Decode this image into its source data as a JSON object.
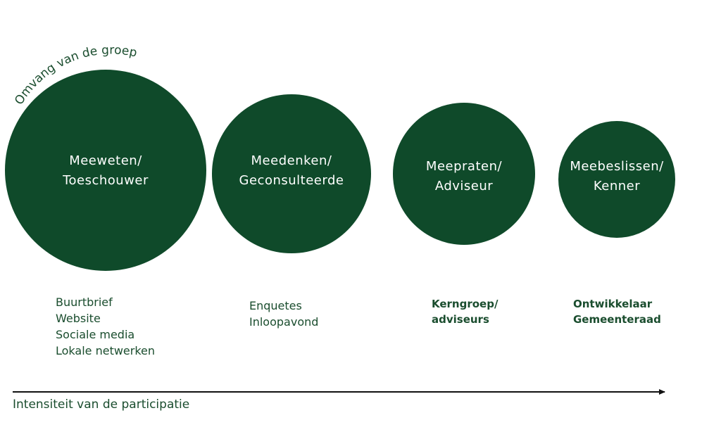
{
  "theme": {
    "circle_color": "#0f4a2a",
    "text_color": "#1a4d2e",
    "axis_color": "#111111"
  },
  "group_size_label": "Omvang van de groep",
  "axis_label": "Intensiteit van de participatie",
  "stages": [
    {
      "line1": "Meeweten/",
      "line2": "Toeschouwer",
      "items": [
        "Buurtbrief",
        "Website",
        "Sociale media",
        "Lokale netwerken"
      ]
    },
    {
      "line1": "Meedenken/",
      "line2": "Geconsulteerde",
      "items": [
        "Enquetes",
        "Inloopavond"
      ]
    },
    {
      "line1": "Meepraten/",
      "line2": "Adviseur",
      "items": [
        "Kerngroep/",
        "adviseurs"
      ]
    },
    {
      "line1": "Meebeslissen/",
      "line2": "Kenner",
      "items": [
        "Ontwikkelaar",
        "Gemeenteraad"
      ]
    }
  ]
}
